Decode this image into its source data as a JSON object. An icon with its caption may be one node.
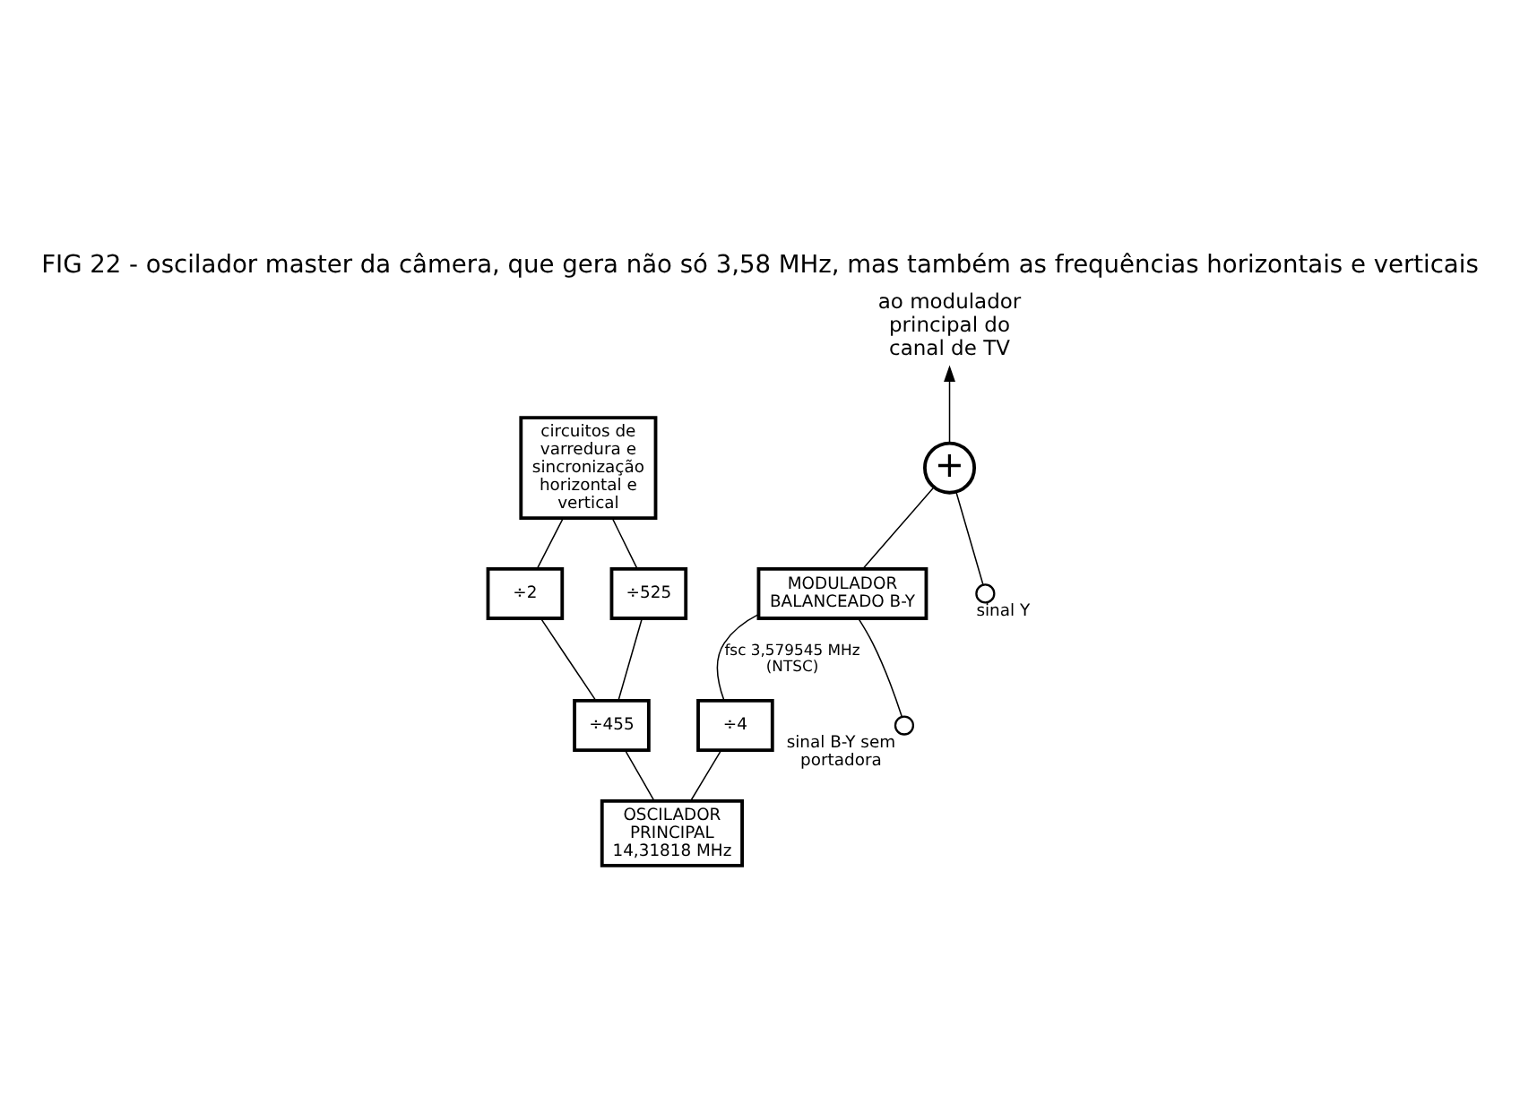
{
  "diagram": {
    "title": "FIG 22 - oscilador master da câmera, que gera não só 3,58 MHz, mas também as frequências horizontais e verticais",
    "nodes": [
      {
        "text": [
          "circuitos de varredura e sincronização horizontal e vertical"
        ]
      },
      {
        "text": [
          "÷2"
        ]
      },
      {
        "text": [
          "÷525"
        ]
      },
      {
        "text": [
          "÷455"
        ]
      },
      {
        "text": [
          "OSCILADOR PRINCIPAL 14,31818 MHz"
        ]
      },
      {
        "text": [
          "÷4"
        ]
      },
      {
        "text": [
          "MODULADOR BALANCEADO B-Y"
        ]
      },
      {
        "text": [],
        "shape": "circle",
        "beside": [
          "sinal B-Y sem portadora"
        ]
      },
      {
        "text": [],
        "shape": "circle",
        "beside": [
          "sinal Y"
        ]
      },
      {
        "text": [
          "+"
        ]
      },
      {
        "text": [
          "ao modulador principal do canal de TV"
        ]
      }
    ],
    "edges": [
      {
        "from": 4,
        "to": 3,
        "arrow": "none"
      },
      {
        "from": 3,
        "to": 1,
        "arrow": "none"
      },
      {
        "from": 3,
        "to": 2,
        "arrow": "none"
      },
      {
        "from": 1,
        "to": 0,
        "arrow": "none"
      },
      {
        "from": 2,
        "to": 0,
        "arrow": "none"
      },
      {
        "from": 4,
        "to": 5,
        "arrow": "none"
      },
      {
        "from": 5,
        "to": 6,
        "arrow": "none",
        "label": "fsc 3,579545 MHz (NTSC)"
      },
      {
        "from": 7,
        "to": 6,
        "arrow": "none"
      },
      {
        "from": 6,
        "to": 9,
        "arrow": "none"
      },
      {
        "from": 8,
        "to": 9,
        "arrow": "none"
      },
      {
        "from": 9,
        "to": 10,
        "arrow": "to"
      }
    ]
  }
}
